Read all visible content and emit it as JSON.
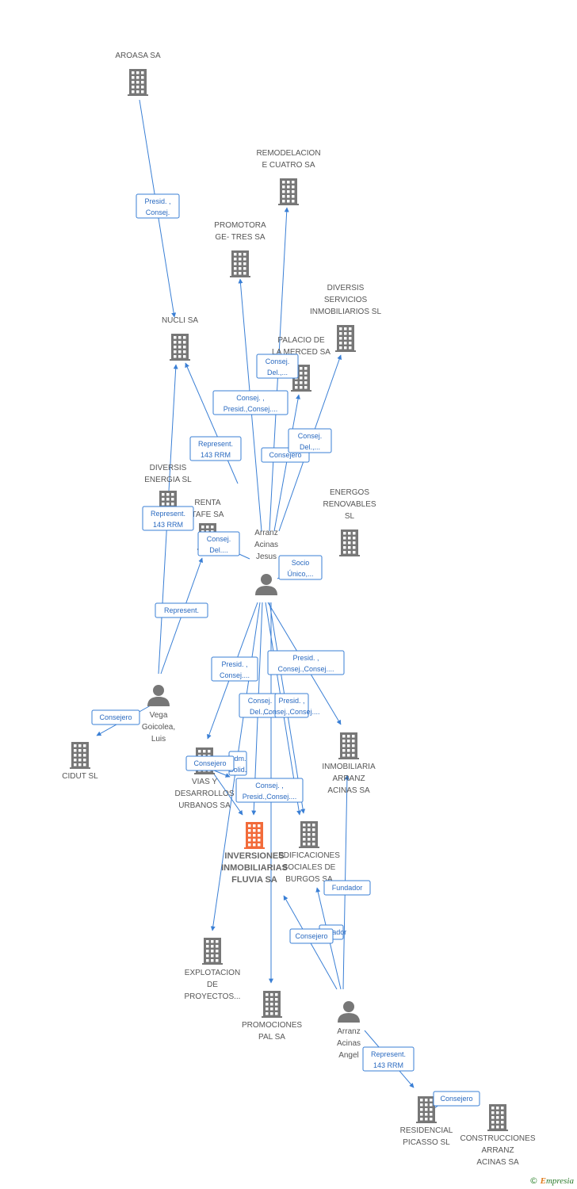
{
  "colors": {
    "edge": "#3a7fd5",
    "company": "#777777",
    "focus": "#f26b3a",
    "person": "#777777"
  },
  "nodes": [
    {
      "id": "aroasa",
      "type": "company",
      "label": [
        "AROASA SA"
      ]
    },
    {
      "id": "remodelacion",
      "type": "company",
      "label": [
        "REMODELACION",
        "E CUATRO SA"
      ]
    },
    {
      "id": "promotora",
      "type": "company",
      "label": [
        "PROMOTORA",
        "GE- TRES SA"
      ]
    },
    {
      "id": "diversis_serv",
      "type": "company",
      "label": [
        "DIVERSIS",
        "SERVICIOS",
        "INMOBILIARIOS SL"
      ]
    },
    {
      "id": "nucli",
      "type": "company",
      "label": [
        "NUCLI SA"
      ]
    },
    {
      "id": "palacio",
      "type": "company",
      "label": [
        "PALACIO DE",
        "LA MERCED SA"
      ]
    },
    {
      "id": "diversis_energia",
      "type": "company",
      "label": [
        "DIVERSIS",
        "ENERGIA SL"
      ]
    },
    {
      "id": "renta",
      "type": "company",
      "label": [
        "RENTA",
        "TAFE SA"
      ]
    },
    {
      "id": "energos",
      "type": "company",
      "label": [
        "ENERGOS",
        "RENOVABLES",
        "SL"
      ]
    },
    {
      "id": "jesus",
      "type": "person",
      "label": [
        "Arranz",
        "Acinas",
        "Jesus"
      ]
    },
    {
      "id": "vega",
      "type": "person",
      "label": [
        "Vega",
        "Goicolea,",
        "Luis"
      ]
    },
    {
      "id": "cidut",
      "type": "company",
      "label": [
        "CIDUT SL"
      ]
    },
    {
      "id": "vias",
      "type": "company",
      "label": [
        "VIAS Y",
        "DESARROLLOS",
        "URBANOS SA"
      ]
    },
    {
      "id": "inversiones",
      "type": "focus",
      "label": [
        "INVERSIONES",
        "INMOBILIARIAS",
        "FLUVIA SA"
      ]
    },
    {
      "id": "edificaciones",
      "type": "company",
      "label": [
        "EDIFICACIONES",
        "SOCIALES DE",
        "BURGOS SA"
      ]
    },
    {
      "id": "inmob_arranz",
      "type": "company",
      "label": [
        "INMOBILIARIA",
        "ARRANZ",
        "ACINAS SA"
      ]
    },
    {
      "id": "explotacion",
      "type": "company",
      "label": [
        "EXPLOTACION",
        "DE",
        "PROYECTOS..."
      ]
    },
    {
      "id": "promociones",
      "type": "company",
      "label": [
        "PROMOCIONES",
        "PAL SA"
      ]
    },
    {
      "id": "angel",
      "type": "person",
      "label": [
        "Arranz",
        "Acinas",
        "Angel"
      ]
    },
    {
      "id": "residencial",
      "type": "company",
      "label": [
        "RESIDENCIAL",
        "PICASSO SL"
      ]
    },
    {
      "id": "construcciones",
      "type": "company",
      "label": [
        "CONSTRUCCIONES",
        "ARRANZ",
        "ACINAS SA"
      ]
    }
  ],
  "edges": [
    {
      "label": [
        "Presid. ,",
        "Consej."
      ]
    },
    {
      "label": [
        "Represent.",
        "143 RRM"
      ]
    },
    {
      "label": [
        "Consej. ,",
        "Presid.,Consej...."
      ]
    },
    {
      "label": [
        "Consej.",
        "Del.,..."
      ]
    },
    {
      "label": [
        "Consejero"
      ]
    },
    {
      "label": [
        "Consej.",
        "Del.,..."
      ]
    },
    {
      "label": [
        "Represent.",
        "143 RRM"
      ]
    },
    {
      "label": [
        "Consej.",
        "Del...."
      ]
    },
    {
      "label": [
        "Socio",
        "Único,..."
      ]
    },
    {
      "label": [
        "Represent."
      ]
    },
    {
      "label": [
        "Consejero"
      ]
    },
    {
      "label": [
        "Presid. ,",
        "Consej...."
      ]
    },
    {
      "label": [
        "Presid. ,",
        "Consej.,Consej...."
      ]
    },
    {
      "label": [
        "Consej.",
        "Del.,..."
      ]
    },
    {
      "label": [
        "Presid. ,",
        "Consej.,Consej...."
      ]
    },
    {
      "label": [
        "Adm.",
        "Solid."
      ]
    },
    {
      "label": [
        "Consejero"
      ]
    },
    {
      "label": [
        "Consej. ,",
        "Presid.,Consej...."
      ]
    },
    {
      "label": [
        "Fundador"
      ]
    },
    {
      "label": [
        "Fundador"
      ]
    },
    {
      "label": [
        "Consejero"
      ]
    },
    {
      "label": [
        "Represent.",
        "143 RRM"
      ]
    },
    {
      "label": [
        "Consejero"
      ]
    }
  ],
  "footer": {
    "copyright": "©",
    "brand_initial": "E",
    "brand_rest": "mpresia"
  }
}
